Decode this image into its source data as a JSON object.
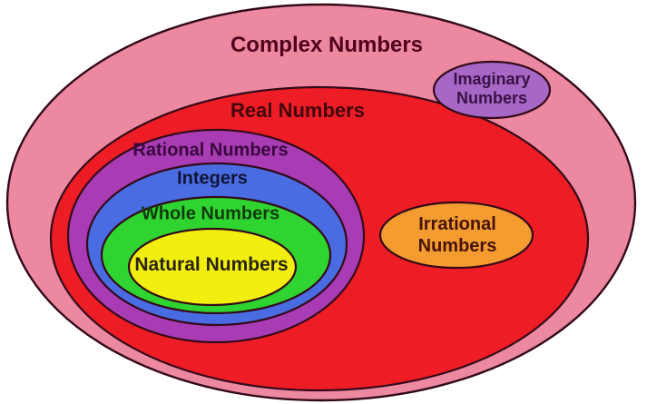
{
  "diagram": {
    "background": "#ffffff",
    "outline_color": "#330a1a",
    "sets": {
      "complex": {
        "label": "Complex Numbers",
        "fill": "#ec89a0",
        "text_color": "#50001c"
      },
      "real": {
        "label": "Real Numbers",
        "fill": "#ee1c25",
        "text_color": "#43060e"
      },
      "imaginary": {
        "label": "Imaginary Numbers",
        "lines": [
          "Imaginary",
          "Numbers"
        ],
        "fill": "#a767c6",
        "text_color": "#3a1145"
      },
      "rational": {
        "label": "Rational Numbers",
        "fill": "#a93cb4",
        "text_color": "#39083d"
      },
      "irrational": {
        "label": "Irrational Numbers",
        "lines": [
          "Irrational",
          "Numbers"
        ],
        "fill": "#f49c30",
        "text_color": "#45130a"
      },
      "integers": {
        "label": "Integers",
        "fill": "#4a6ce2",
        "text_color": "#101535"
      },
      "whole": {
        "label": "Whole Numbers",
        "fill": "#2fd431",
        "text_color": "#123a0d"
      },
      "natural": {
        "label": "Natural Numbers",
        "fill": "#f2ee0e",
        "text_color": "#29230a"
      }
    }
  }
}
